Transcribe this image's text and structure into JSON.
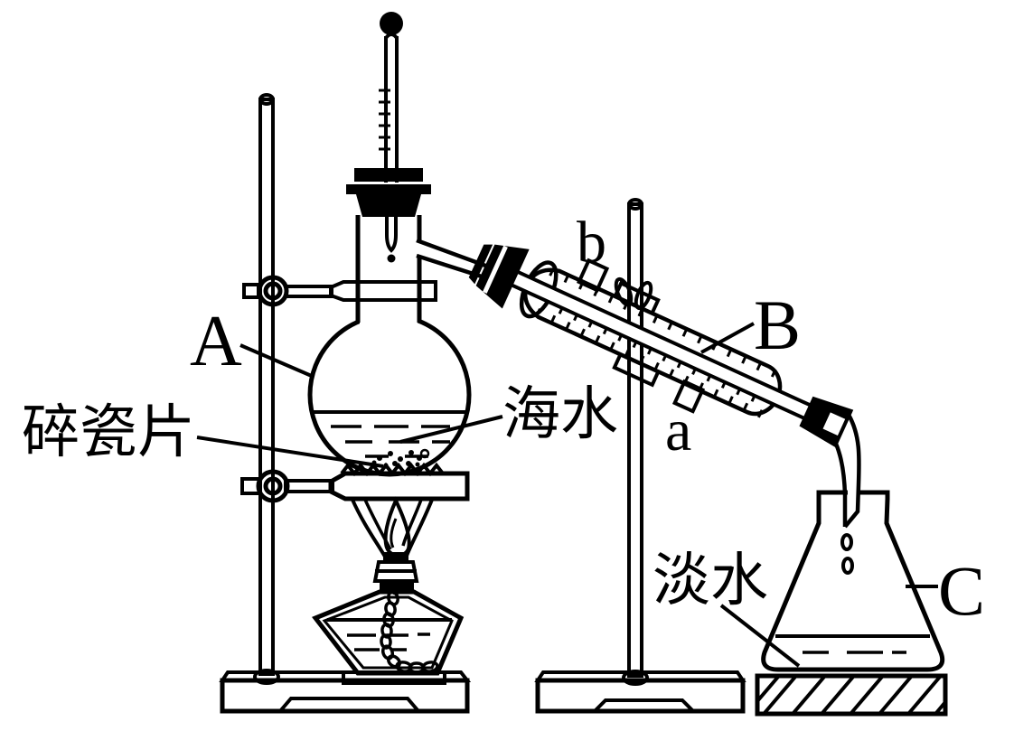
{
  "diagram": {
    "labels": {
      "flask_a": "A",
      "condenser_b": "B",
      "flask_c": "C",
      "port_a": "a",
      "port_b": "b",
      "boiling_chips": "碎瓷片",
      "seawater": "海水",
      "freshwater": "淡水"
    },
    "colors": {
      "ink": "#000000",
      "paper": "#ffffff"
    }
  }
}
